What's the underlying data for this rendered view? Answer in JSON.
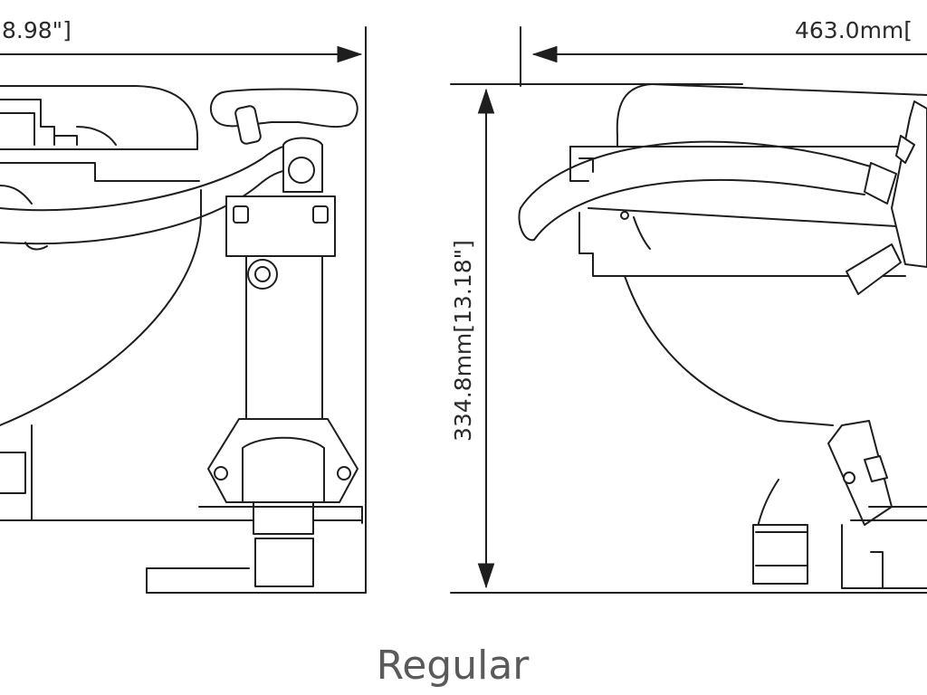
{
  "dimensions": {
    "left_width_label": "8.98\"]",
    "right_width_label": "463.0mm[",
    "height_label": "334.8mm[13.18\"]"
  },
  "caption": "Regular"
}
